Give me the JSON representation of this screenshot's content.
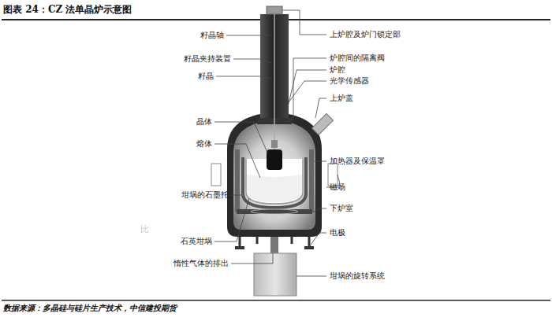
{
  "diagram": {
    "title": "图表 24：CZ 法单晶炉示意图",
    "caption": "数据来源：多晶硅与硅片生产技术，中信建投期货",
    "labels": [
      "籽晶轴",
      "籽晶夹持装置",
      "籽晶",
      "晶体",
      "熔体",
      "坩埚的石墨托",
      "石英坩埚",
      "惰性气体的排出",
      "上炉腔及炉门锁定部",
      "炉腔间的隔离阀",
      "炉腔",
      "光学传感器",
      "上炉盖",
      "加热器及保温罩",
      "磁场",
      "下炉室",
      "电极",
      "坩埚的旋转系统",
      "比"
    ]
  }
}
